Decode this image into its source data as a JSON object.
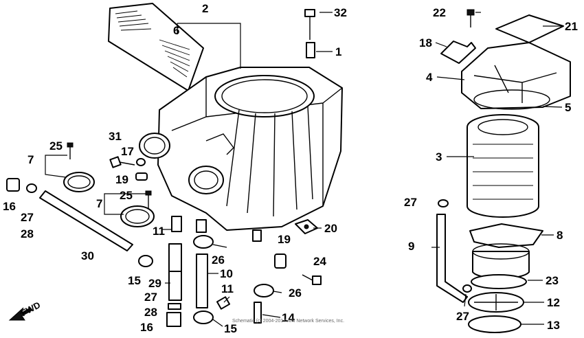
{
  "diagram": {
    "callouts": {
      "c2": "2",
      "c6": "6",
      "c32": "32",
      "c1": "1",
      "c22": "22",
      "c21": "21",
      "c18": "18",
      "c4": "4",
      "c5": "5",
      "c3": "3",
      "c25a": "25",
      "c7a": "7",
      "c31": "31",
      "c17": "17",
      "c19a": "19",
      "c16a": "16",
      "c27a": "27",
      "c28a": "28",
      "c25b": "25",
      "c7b": "7",
      "c11a": "11",
      "c20": "20",
      "c30": "30",
      "c26a": "26",
      "c10": "10",
      "c19b": "19",
      "c15a": "15",
      "c29": "29",
      "c27b": "27",
      "c24": "24",
      "c11b": "11",
      "c26b": "26",
      "c28b": "28",
      "c14": "14",
      "c16b": "16",
      "c15b": "15",
      "c27c": "27",
      "c9": "9",
      "c8": "8",
      "c23": "23",
      "c12": "12",
      "c27d": "27",
      "c13": "13"
    },
    "fwd_label": "FWD",
    "watermark": "Schematic (c) 2004-2017 ARI Network Services, Inc."
  }
}
